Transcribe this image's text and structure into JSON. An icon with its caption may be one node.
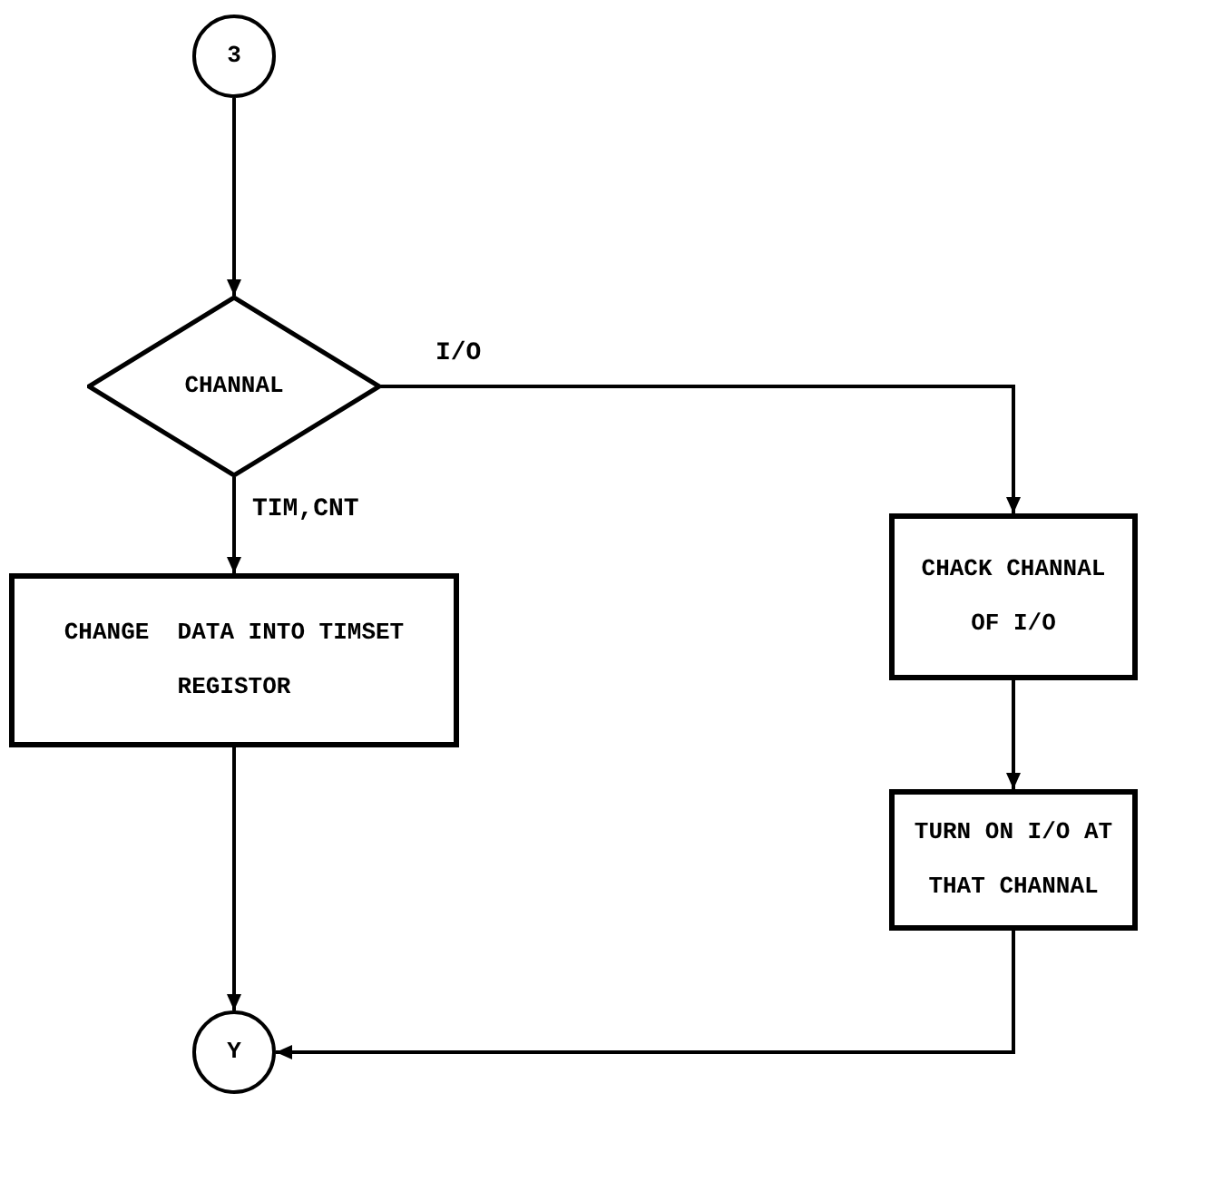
{
  "diagram": {
    "nodes": [
      {
        "text": [
          "3"
        ]
      },
      {
        "text": [
          "CHANNAL"
        ]
      },
      {
        "text": [
          "CHACK CHANNAL OF I/O"
        ]
      },
      {
        "text": [
          "CHANGE  DATA INTO TIMSET REGISTOR"
        ]
      },
      {
        "text": [
          "TURN ON I/O AT THAT CHANNAL"
        ]
      },
      {
        "text": [
          "Y"
        ]
      }
    ],
    "edges": [
      {
        "from": 0,
        "to": 1,
        "arrow": "to"
      },
      {
        "from": 1,
        "to": 2,
        "arrow": "to",
        "label": "I/O"
      },
      {
        "from": 1,
        "to": 3,
        "arrow": "to",
        "label": "TIM,CNT"
      },
      {
        "from": 2,
        "to": 4,
        "arrow": "to"
      },
      {
        "from": 3,
        "to": 5,
        "arrow": "to"
      },
      {
        "from": 4,
        "to": 5,
        "arrow": "to"
      }
    ]
  }
}
